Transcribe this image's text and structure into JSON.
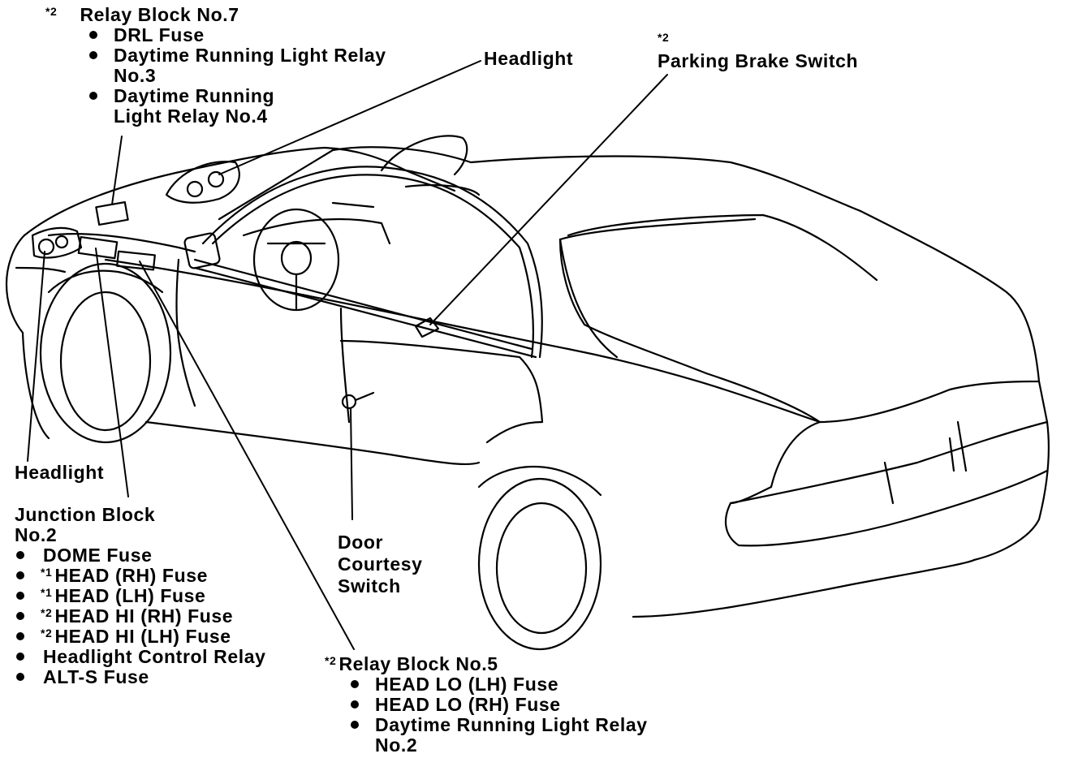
{
  "labels": {
    "relay_block_7": {
      "marker": "*2",
      "title": "Relay Block No.7",
      "items": [
        "DRL Fuse",
        "Daytime Running Light Relay No.3",
        "Daytime Running Light Relay No.4"
      ]
    },
    "headlight_top": {
      "text": "Headlight"
    },
    "parking_brake_switch": {
      "marker": "*2",
      "title": "Parking Brake Switch"
    },
    "headlight_left": {
      "text": "Headlight"
    },
    "junction_block_2": {
      "title_line1": "Junction Block",
      "title_line2": "No.2",
      "items": [
        {
          "marker": "",
          "text": "DOME Fuse"
        },
        {
          "marker": "*1",
          "text": "HEAD (RH) Fuse"
        },
        {
          "marker": "*1",
          "text": "HEAD (LH) Fuse"
        },
        {
          "marker": "*2",
          "text": "HEAD HI (RH) Fuse"
        },
        {
          "marker": "*2",
          "text": "HEAD HI (LH) Fuse"
        },
        {
          "marker": "",
          "text": "Headlight Control Relay"
        },
        {
          "marker": "",
          "text": "ALT-S Fuse"
        }
      ]
    },
    "door_courtesy_switch": {
      "lines": [
        "Door",
        "Courtesy",
        "Switch"
      ]
    },
    "relay_block_5": {
      "marker": "*2",
      "title": "Relay Block No.5",
      "items": [
        "HEAD LO (LH) Fuse",
        "HEAD LO (RH) Fuse",
        "Daytime Running Light Relay No.2"
      ]
    }
  },
  "colors": {
    "ink": "#000000",
    "paper": "#ffffff"
  }
}
